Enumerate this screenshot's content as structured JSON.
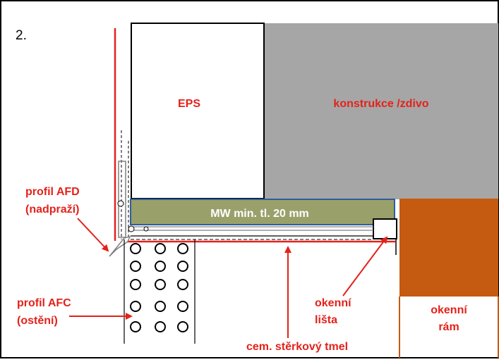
{
  "figure_number": "2.",
  "regions": {
    "eps": {
      "label": "EPS",
      "fill": "#ffffff"
    },
    "construction": {
      "label": "konstrukce /zdivo",
      "fill": "#a6a6a6"
    },
    "mineral_wool": {
      "label": "MW min. tl. 20 mm",
      "fill": "#9aa06a"
    },
    "window_frame": {
      "label_line1": "okenní",
      "label_line2": "rám",
      "fill": "#c55a11"
    }
  },
  "callouts": {
    "profil_afd": {
      "line1": "profil AFD",
      "line2": "(nadpraží)"
    },
    "profil_afc": {
      "line1": "profil AFC",
      "line2": "(ostění)"
    },
    "window_strip": {
      "line1": "okenní",
      "line2": "lišta"
    },
    "plaster": {
      "text": "cem. stěrkový tmel"
    }
  },
  "colors": {
    "label_red": "#e3221b",
    "border": "#000000",
    "mw_border": "#2e5d9c"
  }
}
